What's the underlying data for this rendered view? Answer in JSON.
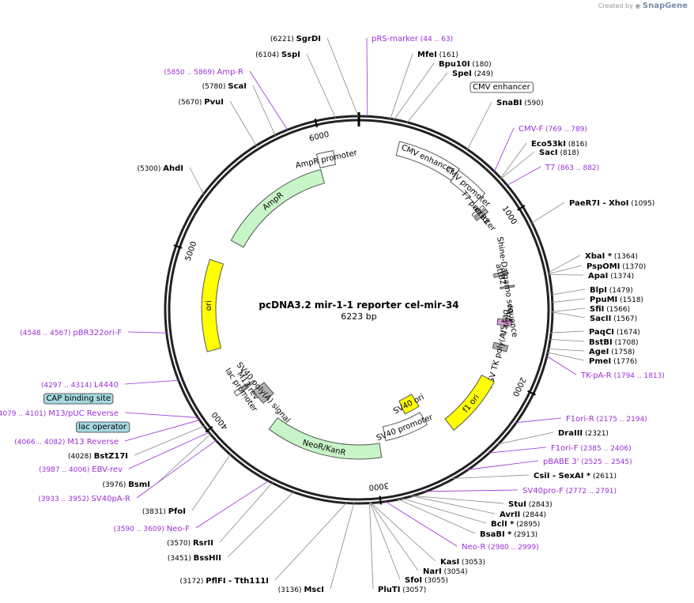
{
  "credit": {
    "prefix": "Created by",
    "brand": "SnapGene"
  },
  "plasmid": {
    "name": "pcDNA3.2 mir-1-1 reporter cel-mir-34",
    "length": "6223 bp",
    "length_bp": 6223
  },
  "colors": {
    "site": "#000000",
    "primer": "#9b30d8",
    "ori": "#ffff00",
    "marker": "#c8f5c8",
    "promoter": "#ffffff",
    "origin_bar": "#ffff00",
    "backbone": "#222222",
    "feature_box": "#a6d8e0",
    "highlight_orange": "#f5c878",
    "highlight_green": "#228822"
  },
  "ticks": [
    {
      "pos": 1000,
      "label": "1000"
    },
    {
      "pos": 2000,
      "label": "2000"
    },
    {
      "pos": 3000,
      "label": "3000"
    },
    {
      "pos": 4000,
      "label": "4000"
    },
    {
      "pos": 5000,
      "label": "5000"
    },
    {
      "pos": 6000,
      "label": "6000"
    }
  ],
  "features": [
    {
      "name": "CMV enhancer",
      "start": 235,
      "end": 614,
      "type": "promoter"
    },
    {
      "name": "CMV promoter",
      "start": 615,
      "end": 818,
      "type": "promoter"
    },
    {
      "name": "T7 promoter",
      "start": 863,
      "end": 881,
      "type": "promoter"
    },
    {
      "name": "attB1",
      "start": 890,
      "end": 914,
      "type": "misc"
    },
    {
      "name": "attB2",
      "start": 1300,
      "end": 1324,
      "type": "misc"
    },
    {
      "name": "V5 tag",
      "start": 1620,
      "end": 1661,
      "type": "tag"
    },
    {
      "name": "Shine-Dalgarno sequence",
      "start": 1400,
      "end": 1410,
      "type": "misc"
    },
    {
      "name": "HSV TK poly(A) signal",
      "start": 1790,
      "end": 1830,
      "type": "misc"
    },
    {
      "name": "f1 ori",
      "start": 2040,
      "end": 2450,
      "type": "ori"
    },
    {
      "name": "SV40 ori",
      "start": 2560,
      "end": 2700,
      "type": "ori"
    },
    {
      "name": "SV40 promoter",
      "start": 2580,
      "end": 2910,
      "type": "promoter"
    },
    {
      "name": "NeoR/KanR",
      "start": 2960,
      "end": 3750,
      "type": "marker"
    },
    {
      "name": "SV40 poly(A) signal",
      "start": 3900,
      "end": 4020,
      "type": "misc"
    },
    {
      "name": "lac promoter",
      "start": 4060,
      "end": 4090,
      "type": "promoter"
    },
    {
      "name": "M13 rev",
      "start": 4066,
      "end": 4082,
      "type": "misc"
    },
    {
      "name": "ori",
      "start": 4400,
      "end": 4990,
      "type": "ori"
    },
    {
      "name": "AmpR",
      "start": 5160,
      "end": 5960,
      "type": "marker"
    },
    {
      "name": "AmpR promoter",
      "start": 5960,
      "end": 6065,
      "type": "promoter"
    }
  ],
  "labels": [
    {
      "name": "SgrDI",
      "pos": "(6221)",
      "kind": "site"
    },
    {
      "name": "SspI",
      "pos": "(6104)",
      "kind": "site"
    },
    {
      "name": "Amp-R",
      "pos": "(5850 .. 5869)",
      "kind": "primer"
    },
    {
      "name": "ScaI",
      "pos": "(5780)",
      "kind": "site"
    },
    {
      "name": "PvuI",
      "pos": "(5670)",
      "kind": "site"
    },
    {
      "name": "AhdI",
      "pos": "(5300)",
      "kind": "site"
    },
    {
      "name": "pBR322ori-F",
      "pos": "(4548 .. 4567)",
      "kind": "primer"
    },
    {
      "name": "L4440",
      "pos": "(4297 .. 4314)",
      "kind": "primer"
    },
    {
      "name": "CAP binding site",
      "pos": "",
      "kind": "box"
    },
    {
      "name": "M13/pUC Reverse",
      "pos": "(4079 .. 4101)",
      "kind": "primer"
    },
    {
      "name": "lac operator",
      "pos": "",
      "kind": "box"
    },
    {
      "name": "M13 Reverse",
      "pos": "(4066 .. 4082)",
      "kind": "primer"
    },
    {
      "name": "BstZ17I",
      "pos": "(4028)",
      "kind": "site"
    },
    {
      "name": "EBV-rev",
      "pos": "(3987 .. 4006)",
      "kind": "primer"
    },
    {
      "name": "BsmI",
      "pos": "(3976)",
      "kind": "site"
    },
    {
      "name": "SV40pA-R",
      "pos": "(3933 .. 3952)",
      "kind": "primer"
    },
    {
      "name": "PfoI",
      "pos": "(3831)",
      "kind": "site"
    },
    {
      "name": "Neo-F",
      "pos": "(3590 .. 3609)",
      "kind": "primer"
    },
    {
      "name": "RsrII",
      "pos": "(3570)",
      "kind": "site"
    },
    {
      "name": "BssHII",
      "pos": "(3451)",
      "kind": "site"
    },
    {
      "name": "PflFI  - Tth111I",
      "pos": "(3172)",
      "kind": "site"
    },
    {
      "name": "MscI",
      "pos": "(3136)",
      "kind": "site"
    },
    {
      "name": "pRS-marker",
      "pos": "(44 .. 63)",
      "kind": "primer"
    },
    {
      "name": "MfeI",
      "pos": "(161)",
      "kind": "site"
    },
    {
      "name": "Bpu10I",
      "pos": "(180)",
      "kind": "site"
    },
    {
      "name": "SpeI",
      "pos": "(249)",
      "kind": "site"
    },
    {
      "name": "CMV enhancer",
      "pos": "",
      "kind": "box"
    },
    {
      "name": "SnaBI",
      "pos": "(590)",
      "kind": "site"
    },
    {
      "name": "CMV-F",
      "pos": "(769 .. 789)",
      "kind": "primer"
    },
    {
      "name": "Eco53kI",
      "pos": "(816)",
      "kind": "site"
    },
    {
      "name": "SacI",
      "pos": "(818)",
      "kind": "site"
    },
    {
      "name": "T7",
      "pos": "(863 .. 882)",
      "kind": "primer"
    },
    {
      "name": "PaeR7I  - XhoI",
      "pos": "(1095)",
      "kind": "site"
    },
    {
      "name": "XbaI *",
      "pos": "(1364)",
      "kind": "site"
    },
    {
      "name": "PspOMI",
      "pos": "(1370)",
      "kind": "site"
    },
    {
      "name": "ApaI",
      "pos": "(1374)",
      "kind": "site"
    },
    {
      "name": "BlpI",
      "pos": "(1479)",
      "kind": "site"
    },
    {
      "name": "PpuMI",
      "pos": "(1518)",
      "kind": "site"
    },
    {
      "name": "SfiI",
      "pos": "(1566)",
      "kind": "site"
    },
    {
      "name": "SacII",
      "pos": "(1567)",
      "kind": "site"
    },
    {
      "name": "PaqCI",
      "pos": "(1674)",
      "kind": "site"
    },
    {
      "name": "BstBI",
      "pos": "(1708)",
      "kind": "site"
    },
    {
      "name": "AgeI",
      "pos": "(1758)",
      "kind": "site"
    },
    {
      "name": "PmeI",
      "pos": "(1776)",
      "kind": "site"
    },
    {
      "name": "TK-pA-R",
      "pos": "(1794 .. 1813)",
      "kind": "primer"
    },
    {
      "name": "F1ori-R",
      "pos": "(2175 .. 2194)",
      "kind": "primer"
    },
    {
      "name": "DraIII",
      "pos": "(2321)",
      "kind": "site"
    },
    {
      "name": "F1ori-F",
      "pos": "(2385 .. 2406)",
      "kind": "primer"
    },
    {
      "name": "pBABE 3'",
      "pos": "(2525 .. 2545)",
      "kind": "primer"
    },
    {
      "name": "CsiI  - SexAI *",
      "pos": "(2611)",
      "kind": "site"
    },
    {
      "name": "SV40pro-F",
      "pos": "(2772 .. 2791)",
      "kind": "primer"
    },
    {
      "name": "StuI",
      "pos": "(2843)",
      "kind": "site"
    },
    {
      "name": "AvrII",
      "pos": "(2844)",
      "kind": "site"
    },
    {
      "name": "BclI *",
      "pos": "(2895)",
      "kind": "site"
    },
    {
      "name": "BsaBI *",
      "pos": "(2913)",
      "kind": "site"
    },
    {
      "name": "Neo-R",
      "pos": "(2980 .. 2999)",
      "kind": "primer"
    },
    {
      "name": "KasI",
      "pos": "(3053)",
      "kind": "site"
    },
    {
      "name": "NarI",
      "pos": "(3054)",
      "kind": "site"
    },
    {
      "name": "SfoI",
      "pos": "(3055)",
      "kind": "site"
    },
    {
      "name": "PluTI",
      "pos": "(3057)",
      "kind": "site"
    }
  ]
}
